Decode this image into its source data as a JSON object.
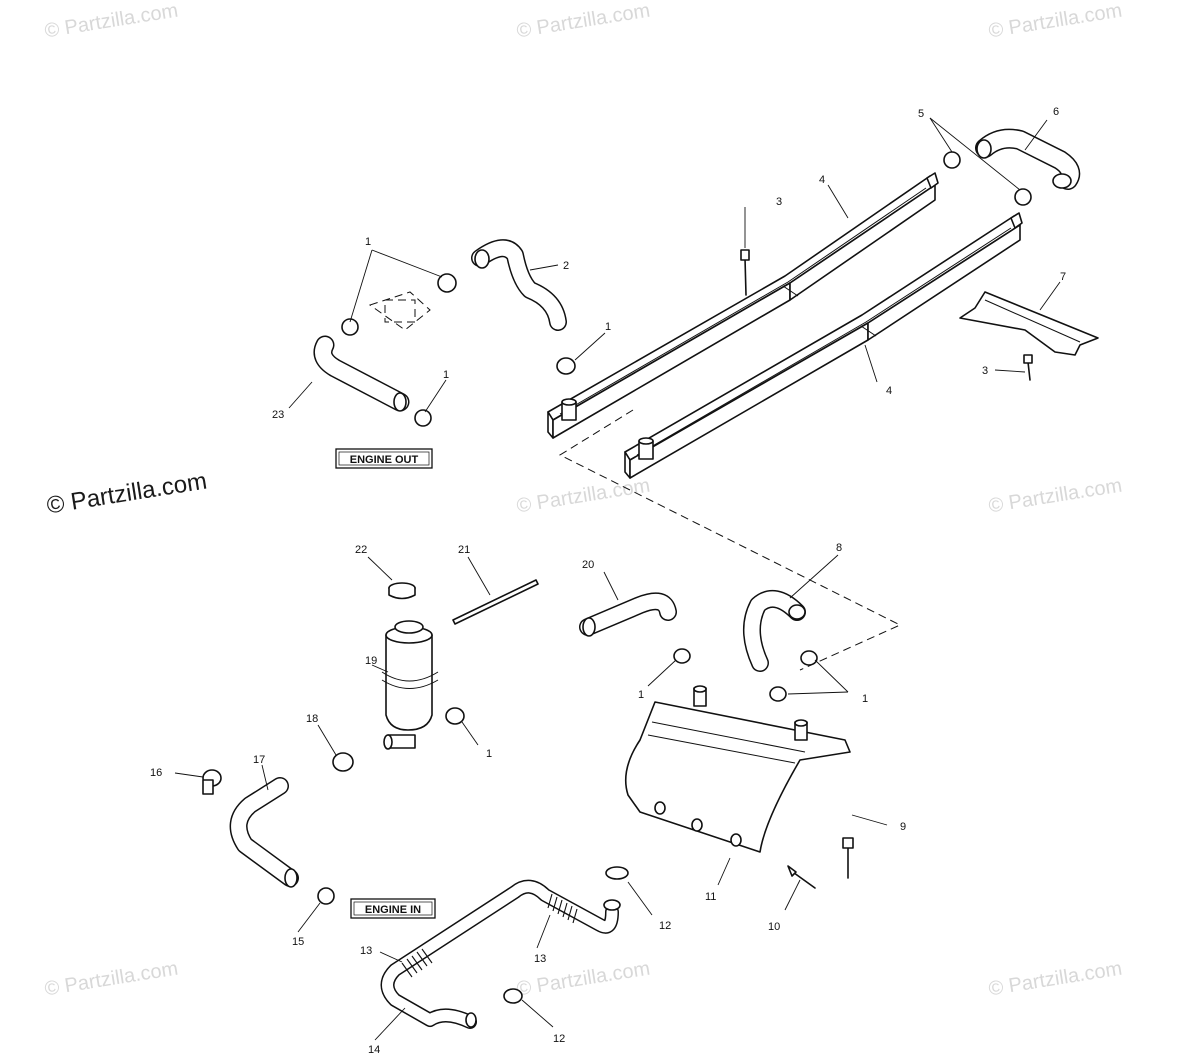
{
  "watermarks": {
    "text": "© Partzilla.com"
  },
  "labels": {
    "engine_out": "ENGINE OUT",
    "engine_in": "ENGINE IN"
  },
  "callouts": {
    "c1a": "1",
    "c1b": "1",
    "c1c": "1",
    "c1d": "1",
    "c1e": "1",
    "c1f": "1",
    "c2": "2",
    "c3a": "3",
    "c3b": "3",
    "c4a": "4",
    "c4b": "4",
    "c5": "5",
    "c6": "6",
    "c7": "7",
    "c8": "8",
    "c9": "9",
    "c10": "10",
    "c11": "11",
    "c12a": "12",
    "c12b": "12",
    "c13a": "13",
    "c13b": "13",
    "c14": "14",
    "c15": "15",
    "c16": "16",
    "c17": "17",
    "c18": "18",
    "c19": "19",
    "c20": "20",
    "c21": "21",
    "c22": "22",
    "c23": "23"
  }
}
